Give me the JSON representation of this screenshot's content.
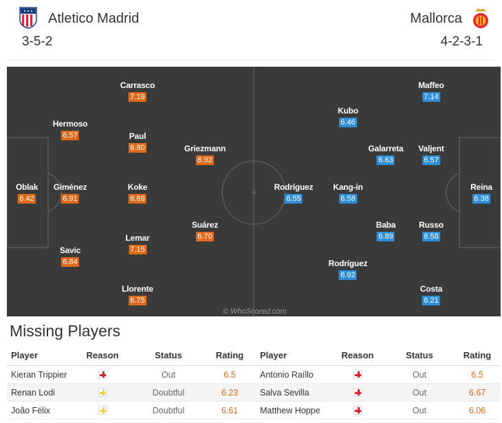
{
  "header": {
    "home_team": "Atletico Madrid",
    "away_team": "Mallorca",
    "home_formation": "3-5-2",
    "away_formation": "4-2-3-1",
    "home_crest_icon": "atletico-crest-icon",
    "away_crest_icon": "mallorca-crest-icon"
  },
  "pitch": {
    "watermark": "© WhoScored.com",
    "home_players": [
      {
        "name": "Oblak",
        "rating": "6.42"
      },
      {
        "name": "Hermoso",
        "rating": "6.57"
      },
      {
        "name": "Giménez",
        "rating": "6.91"
      },
      {
        "name": "Savic",
        "rating": "6.84"
      },
      {
        "name": "Carrasco",
        "rating": "7.19"
      },
      {
        "name": "Paul",
        "rating": "6.80"
      },
      {
        "name": "Koke",
        "rating": "6.69"
      },
      {
        "name": "Lemar",
        "rating": "7.15"
      },
      {
        "name": "Llorente",
        "rating": "6.75"
      },
      {
        "name": "Griezmann",
        "rating": "6.92"
      },
      {
        "name": "Suárez",
        "rating": "6.70"
      }
    ],
    "away_players": [
      {
        "name": "Maffeo",
        "rating": "7.14"
      },
      {
        "name": "Kubo",
        "rating": "6.46"
      },
      {
        "name": "Galarreta",
        "rating": "6.63"
      },
      {
        "name": "Valjent",
        "rating": "6.57"
      },
      {
        "name": "Rodríguez",
        "rating": "6.55"
      },
      {
        "name": "Kang-in",
        "rating": "6.58"
      },
      {
        "name": "Reina",
        "rating": "6.38"
      },
      {
        "name": "Baba",
        "rating": "6.89"
      },
      {
        "name": "Russo",
        "rating": "6.58"
      },
      {
        "name": "Rodríguez",
        "rating": "6.92"
      },
      {
        "name": "Costa",
        "rating": "6.21"
      }
    ]
  },
  "missing": {
    "title": "Missing Players",
    "headers": {
      "player": "Player",
      "reason": "Reason",
      "status": "Status",
      "rating": "Rating"
    },
    "colors": {
      "injury": "#d9232e",
      "doubtful": "#f4d03f",
      "rating": "#e06a1c"
    },
    "rows": [
      {
        "home": {
          "player": "Kieran Trippier",
          "reason": "injury",
          "status": "Out",
          "rating": "6.5"
        },
        "away": {
          "player": "Antonio Raíllo",
          "reason": "injury",
          "status": "Out",
          "rating": "6.5"
        }
      },
      {
        "home": {
          "player": "Renan Lodi",
          "reason": "doubtful",
          "status": "Doubtful",
          "rating": "6.23"
        },
        "away": {
          "player": "Salva Sevilla",
          "reason": "injury",
          "status": "Out",
          "rating": "6.67"
        }
      },
      {
        "home": {
          "player": "João Félix",
          "reason": "doubtful",
          "status": "Doubtful",
          "rating": "6.61"
        },
        "away": {
          "player": "Matthew Hoppe",
          "reason": "injury",
          "status": "Out",
          "rating": "6.06"
        }
      }
    ]
  }
}
